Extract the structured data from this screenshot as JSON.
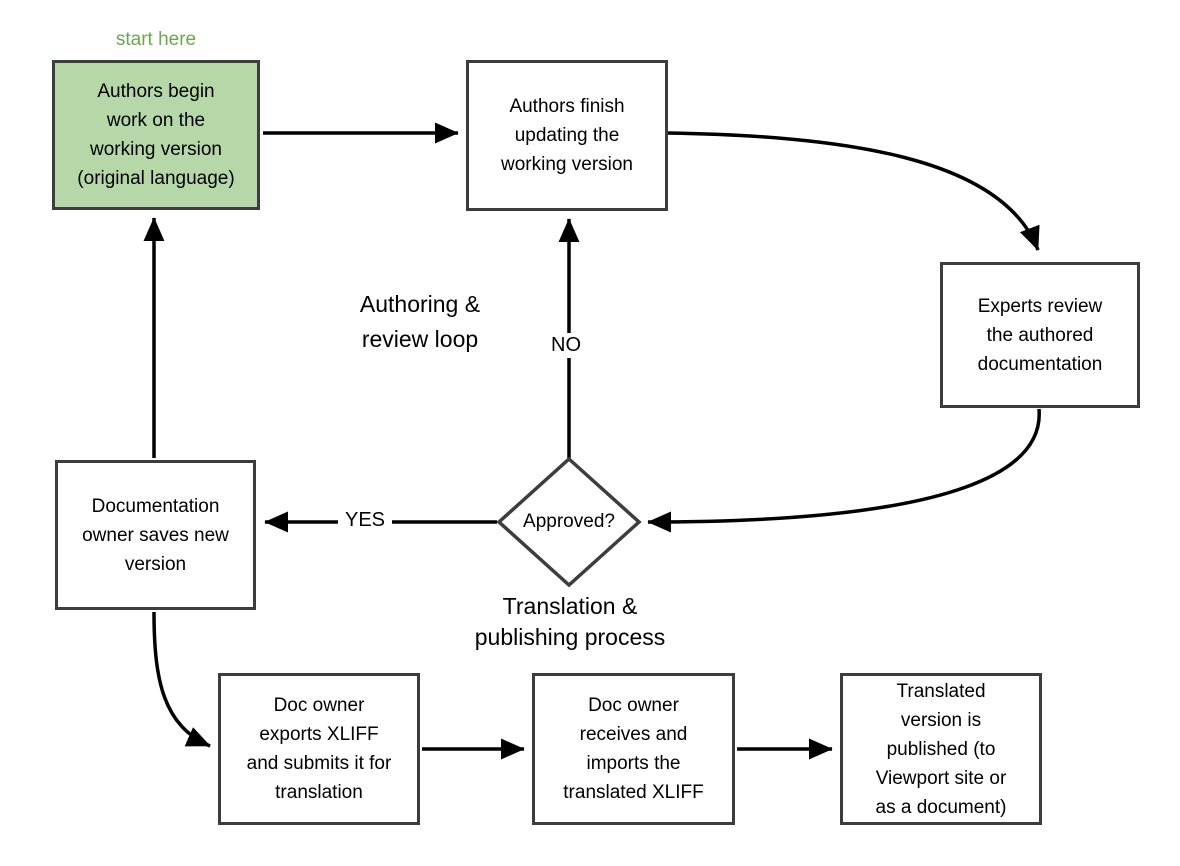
{
  "diagram_type": "flowchart",
  "labels": {
    "start_here": "start here",
    "authoring_loop": "Authoring &\nreview loop",
    "translation_process": "Translation &\npublishing process",
    "yes": "YES",
    "no": "NO"
  },
  "nodes": {
    "authors_begin": {
      "type": "process",
      "highlighted": true,
      "text": "Authors begin\nwork on the\nworking version\n(original language)"
    },
    "authors_finish": {
      "type": "process",
      "text": "Authors finish\nupdating the\nworking version"
    },
    "experts_review": {
      "type": "process",
      "text": "Experts review\nthe authored\ndocumentation"
    },
    "approved": {
      "type": "decision",
      "text": "Approved?"
    },
    "owner_saves": {
      "type": "process",
      "text": "Documentation\nowner saves new\nversion"
    },
    "exports_xliff": {
      "type": "process",
      "text": "Doc owner\nexports XLIFF\nand submits it for\ntranslation"
    },
    "imports_xliff": {
      "type": "process",
      "text": "Doc owner\nreceives and\nimports the\ntranslated XLIFF"
    },
    "published": {
      "type": "process",
      "text": "Translated\nversion is\npublished (to\nViewport site or\nas a document)"
    }
  },
  "edges": [
    {
      "from": "authors_begin",
      "to": "authors_finish",
      "label": ""
    },
    {
      "from": "authors_finish",
      "to": "experts_review",
      "label": ""
    },
    {
      "from": "experts_review",
      "to": "approved",
      "label": ""
    },
    {
      "from": "approved",
      "to": "owner_saves",
      "label": "YES"
    },
    {
      "from": "approved",
      "to": "authors_finish",
      "label": "NO"
    },
    {
      "from": "owner_saves",
      "to": "authors_begin",
      "label": ""
    },
    {
      "from": "owner_saves",
      "to": "exports_xliff",
      "label": ""
    },
    {
      "from": "exports_xliff",
      "to": "imports_xliff",
      "label": ""
    },
    {
      "from": "imports_xliff",
      "to": "published",
      "label": ""
    }
  ],
  "colors": {
    "background": "#ffffff",
    "node_fill": "#ffffff",
    "start_node_fill": "#b6d7a8",
    "start_label_text": "#6aa84f",
    "node_border": "#3d3d3d",
    "arrow": "#000000",
    "text": "#000000"
  }
}
